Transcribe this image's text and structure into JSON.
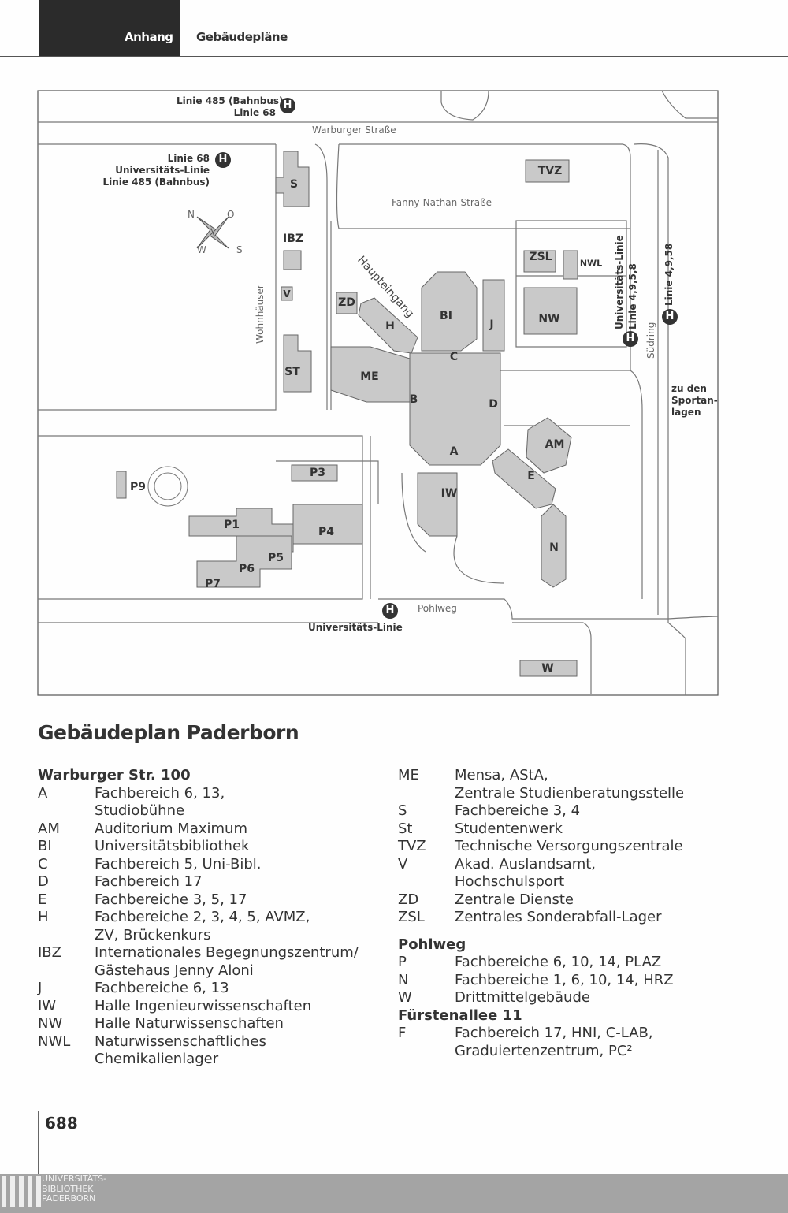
{
  "header": {
    "section": "Anhang",
    "topic": "Gebäudepläne"
  },
  "map": {
    "bus_top": [
      "Linie 485 (Bahnbus)",
      "Linie 68"
    ],
    "bus_left": [
      "Linie 68",
      "Universitäts-Linie",
      "Linie 485 (Bahnbus)"
    ],
    "bus_bottom": "Universitäts-Linie",
    "bus_right1": "Universitäts-Linie",
    "bus_right2": "Linie 4,9,5,8",
    "bus_right3": "Linie 4,9,58",
    "stop_symbol": "H",
    "streets": {
      "warburger": "Warburger Straße",
      "fanny": "Fanny-Nathan-Straße",
      "pohlweg": "Pohlweg",
      "suedring": "Südring",
      "wohnhaeuser": "Wohnhäuser",
      "haupteingang": "Haupteingang"
    },
    "sport": "zu den\nSportan-\nlagen",
    "compass": {
      "n": "N",
      "o": "O",
      "s": "S",
      "w": "W"
    },
    "buildings": {
      "S": "S",
      "TVZ": "TVZ",
      "IBZ": "IBZ",
      "V": "V",
      "ZD": "ZD",
      "H": "H",
      "BI": "BI",
      "J": "J",
      "ZSL": "ZSL",
      "NWL": "NWL",
      "NW": "NW",
      "ST": "ST",
      "ME": "ME",
      "C": "C",
      "B": "B",
      "D": "D",
      "A": "A",
      "AM": "AM",
      "E": "E",
      "IW": "IW",
      "N": "N",
      "P3": "P3",
      "P4": "P4",
      "P1": "P1",
      "P5": "P5",
      "P6": "P6",
      "P7": "P7",
      "P9": "P9",
      "W": "W"
    }
  },
  "title": "Gebäudeplan Paderborn",
  "legend_left": {
    "heading": "Warburger Str. 100",
    "rows": [
      {
        "code": "A",
        "desc": "Fachbereich 6, 13,\nStudiobühne"
      },
      {
        "code": "AM",
        "desc": "Auditorium Maximum"
      },
      {
        "code": "BI",
        "desc": "Universitätsbibliothek"
      },
      {
        "code": "C",
        "desc": "Fachbereich 5, Uni-Bibl."
      },
      {
        "code": "D",
        "desc": "Fachbereich 17"
      },
      {
        "code": "E",
        "desc": "Fachbereiche 3, 5, 17"
      },
      {
        "code": "H",
        "desc": "Fachbereiche 2, 3, 4, 5, AVMZ,\nZV, Brückenkurs"
      },
      {
        "code": "IBZ",
        "desc": "Internationales Begegnungszentrum/\nGästehaus Jenny Aloni"
      },
      {
        "code": "J",
        "desc": "Fachbereiche 6, 13"
      },
      {
        "code": "IW",
        "desc": "Halle Ingenieurwissenschaften"
      },
      {
        "code": "NW",
        "desc": "Halle Naturwissenschaften"
      },
      {
        "code": "NWL",
        "desc": "Naturwissenschaftliches\nChemikalienlager"
      }
    ]
  },
  "legend_right": {
    "rows": [
      {
        "code": "ME",
        "desc": "Mensa, AStA,\nZentrale Studienberatungsstelle"
      },
      {
        "code": "S",
        "desc": "Fachbereiche 3, 4"
      },
      {
        "code": "St",
        "desc": "Studentenwerk"
      },
      {
        "code": "TVZ",
        "desc": "Technische Versorgungszentrale"
      },
      {
        "code": "V",
        "desc": "Akad. Auslandsamt,\nHochschulsport"
      },
      {
        "code": "ZD",
        "desc": "Zentrale Dienste"
      },
      {
        "code": "ZSL",
        "desc": "Zentrales Sonderabfall-Lager"
      }
    ],
    "heading2": "Pohlweg",
    "rows2": [
      {
        "code": "P",
        "desc": "Fachbereiche 6, 10, 14, PLAZ"
      },
      {
        "code": "N",
        "desc": "Fachbereiche 1, 6, 10, 14, HRZ"
      },
      {
        "code": "W",
        "desc": "Drittmittelgebäude"
      }
    ],
    "heading3": "Fürstenallee 11",
    "rows3": [
      {
        "code": "F",
        "desc": "Fachbereich 17, HNI, C-LAB,\nGraduiertenzentrum, PC²"
      }
    ]
  },
  "page_number": "688",
  "footer": {
    "logo_text": "UNIVERSITÄTS-\nBIBLIOTHEK\nPADERBORN"
  }
}
